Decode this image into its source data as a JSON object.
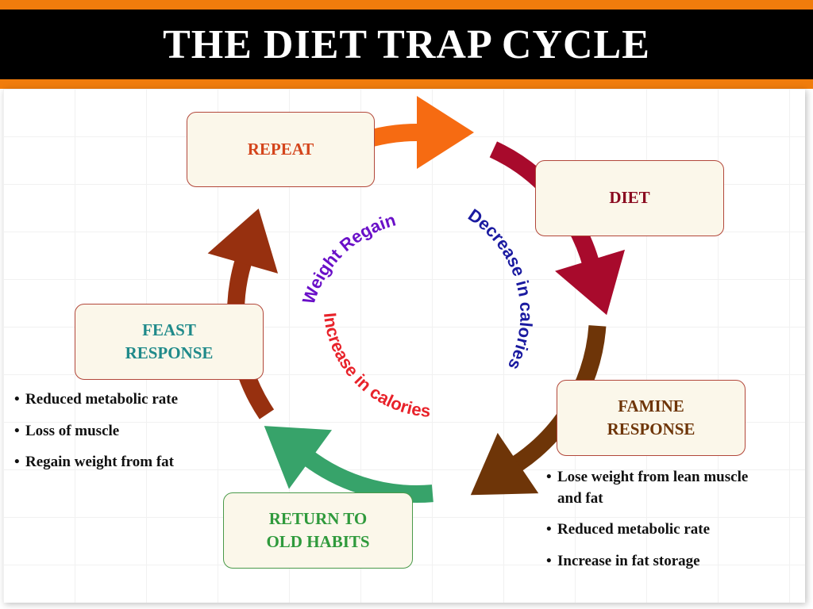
{
  "title": "THE DIET TRAP CYCLE",
  "colors": {
    "title_band": "#f07c0c",
    "title_bg": "#000000",
    "orange": "#f66b12",
    "crimson": "#a80a2c",
    "brown": "#6e3508",
    "green": "#37a36a",
    "rust": "#97300f",
    "box_fill": "#fbf7ea"
  },
  "stages": {
    "repeat": {
      "label": "REPEAT",
      "color": "#d4451c"
    },
    "diet": {
      "label": "DIET",
      "color": "#8a0a20"
    },
    "famine": {
      "label": "FAMINE\nRESPONSE",
      "color": "#6e3508"
    },
    "return": {
      "label": "RETURN  TO\nOLD HABITS",
      "color": "#2f9a3c"
    },
    "feast": {
      "label": "FEAST\nRESPONSE",
      "color": "#1f8a8a"
    }
  },
  "feast_bullets": [
    "Reduced metabolic rate",
    "Loss of muscle",
    "Regain weight from fat"
  ],
  "famine_bullets": [
    "Lose weight from lean muscle and fat",
    "Reduced metabolic rate",
    "Increase in fat storage"
  ],
  "inner_labels": {
    "weight_regain": {
      "text": "Weight Regain",
      "color": "#6a10c8"
    },
    "decrease": {
      "text": "Decrease in calories",
      "color": "#1a1aa0"
    },
    "increase": {
      "text": "Increase in calories",
      "color": "#e8222a"
    }
  }
}
